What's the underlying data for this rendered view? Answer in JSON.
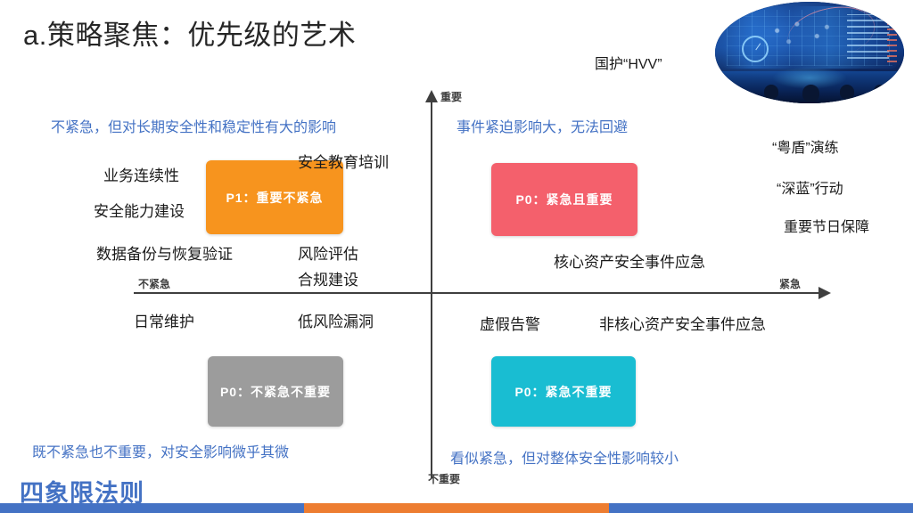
{
  "slide": {
    "title": "a.策略聚焦：优先级的艺术",
    "footer_title": "四象限法则"
  },
  "axes": {
    "y_top_label": "重要",
    "y_bottom_label": "不重要",
    "x_left_label": "不紧急",
    "x_right_label": "紧急"
  },
  "quadrants": {
    "q2_important_not_urgent": {
      "box_label": "P1：重要不紧急",
      "box_color": "#F7941E",
      "annotation": "不紧急，但对长期安全性和稳定性有大的影响",
      "items": [
        "业务连续性",
        "安全能力建设",
        "数据备份与恢复验证",
        "安全教育培训",
        "风险评估",
        "合规建设"
      ]
    },
    "q1_urgent_and_important": {
      "box_label": "P0：紧急且重要",
      "box_color": "#F4606C",
      "annotation": "事件紧迫影响大，无法回避",
      "items": [
        "核心资产安全事件应急"
      ]
    },
    "q3_not_urgent_not_important": {
      "box_label": "P0：不紧急不重要",
      "box_color": "#9C9C9C",
      "annotation": "既不紧急也不重要，对安全影响微乎其微",
      "items": [
        "日常维护",
        "低风险漏洞"
      ]
    },
    "q4_urgent_not_important": {
      "box_label": "P0：紧急不重要",
      "box_color": "#19BDD2",
      "annotation": "看似紧急，但对整体安全性影响较小",
      "items": [
        "虚假告警",
        "非核心资产安全事件应急"
      ]
    }
  },
  "side_notes": {
    "top_label": "国护“HVV”",
    "items": [
      "“粤盾”演练",
      "“深蓝”行动",
      "重要节日保障"
    ]
  },
  "colors": {
    "accent_blue": "#4472C4",
    "accent_orange": "#ED7D31",
    "annotation_blue": "#4472C4"
  }
}
